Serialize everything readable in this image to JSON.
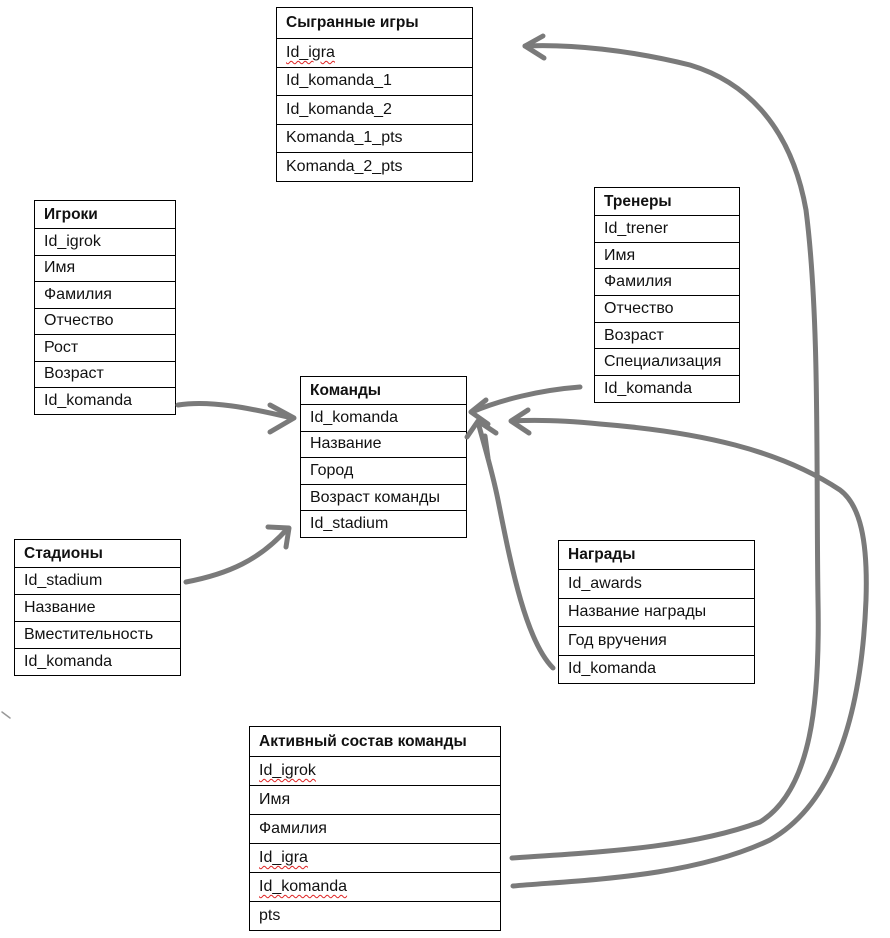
{
  "entities": {
    "games": {
      "title": "Сыгранные игры",
      "fields": [
        "Id_igra",
        "Id_komanda_1",
        "Id_komanda_2",
        "Komanda_1_pts",
        "Komanda_2_pts"
      ]
    },
    "players": {
      "title": "Игроки",
      "fields": [
        "Id_igrok",
        "Имя",
        "Фамилия",
        "Отчество",
        "Рост",
        "Возраст",
        "Id_komanda"
      ]
    },
    "coaches": {
      "title": "Тренеры",
      "fields": [
        "Id_trener",
        "Имя",
        "Фамилия",
        "Отчество",
        "Возраст",
        "Специализация",
        "Id_komanda"
      ]
    },
    "teams": {
      "title": "Команды",
      "fields": [
        "Id_komanda",
        "Название",
        "Город",
        "Возраст команды",
        "Id_stadium"
      ]
    },
    "stadiums": {
      "title": "Стадионы",
      "fields": [
        "Id_stadium",
        "Название",
        "Вместительность",
        "Id_komanda"
      ]
    },
    "awards": {
      "title": "Награды",
      "fields": [
        "Id_awards",
        "Название награды",
        "Год вручения",
        "Id_komanda"
      ]
    },
    "roster": {
      "title": "Активный состав команды",
      "fields": [
        "Id_igrok",
        "Имя",
        "Фамилия",
        "Id_igra",
        "Id_komanda",
        "pts"
      ]
    }
  },
  "colors": {
    "arrow": "#7a7a7a",
    "border": "#000000",
    "spellcheck": "#dd2222"
  }
}
